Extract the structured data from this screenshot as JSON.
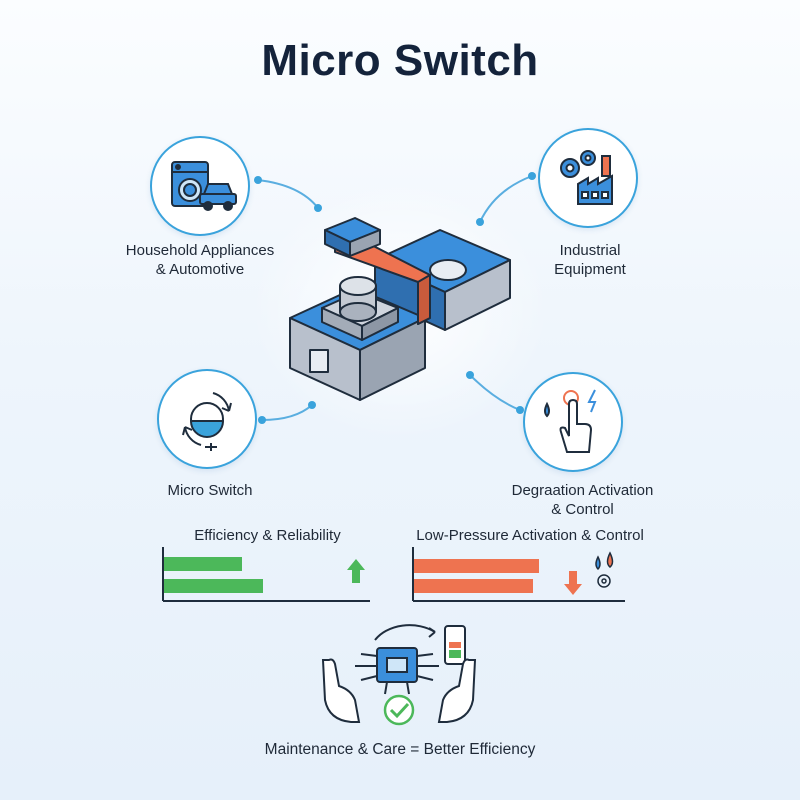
{
  "title": "Micro Switch",
  "applications": {
    "top_left": {
      "line1": "Household Appliances",
      "line2": "& Automotive",
      "icon": "washer-car-icon"
    },
    "top_right": {
      "line1": "Industrial",
      "line2": "Equipment",
      "icon": "factory-gears-icon"
    },
    "bottom_left": {
      "line1": "Micro Switch",
      "icon": "cycle-switch-icon"
    },
    "bottom_right": {
      "line1": "Degraation Activation",
      "line2": "& Control",
      "icon": "hand-press-icon"
    }
  },
  "bars_left": {
    "title": "Efficiency & Reliability",
    "values": [
      0.75,
      0.95
    ],
    "color": "#4cb85a",
    "trend": "up-arrow-icon"
  },
  "bars_right": {
    "title": "Low-Pressure Activation & Control",
    "values": [
      1.0,
      0.95
    ],
    "color": "#ee7350",
    "trend": "down-arrow-icon"
  },
  "footer": {
    "caption": "Maintenance & Care = Better Efficiency",
    "icon": "hands-chip-battery-icon"
  },
  "colors": {
    "accent_blue": "#3aa3dc",
    "switch_blue": "#3b8fdc",
    "switch_orange": "#ee7350",
    "grey": "#b8c0cc",
    "green": "#4cb85a"
  }
}
